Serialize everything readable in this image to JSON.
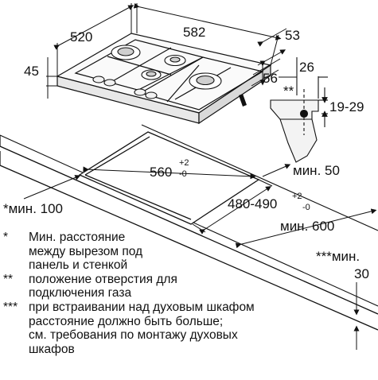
{
  "dimensions": {
    "hob_depth": "520",
    "hob_width": "582",
    "hob_height": "45",
    "side_offset": "53",
    "front_offset": "56",
    "gas_offset_h": "26",
    "gas_pos": "**",
    "gas_height": "19-29",
    "cutout_width": "560",
    "cutout_width_tol_plus": "+2",
    "cutout_width_tol_minus": "-0",
    "cutout_depth": "480-490",
    "cutout_depth_tol_plus": "+2",
    "cutout_depth_tol_minus": "-0",
    "min_50": "мин. 50",
    "min_100": "*мин. 100",
    "min_600": "мин. 600",
    "min_30_label": "***мин.",
    "min_30_value": "30"
  },
  "notes": [
    {
      "mark": "*",
      "text": "Мин. расстояние\nмежду вырезом под\nпанель и стенкой"
    },
    {
      "mark": "**",
      "text": "положение отверстия для\nподключения газа"
    },
    {
      "mark": "***",
      "text": "при встраивании над духовым шкафом\nрасстояние должно быть больше;\nсм. требования по монтажу духовых\nшкафов"
    }
  ]
}
